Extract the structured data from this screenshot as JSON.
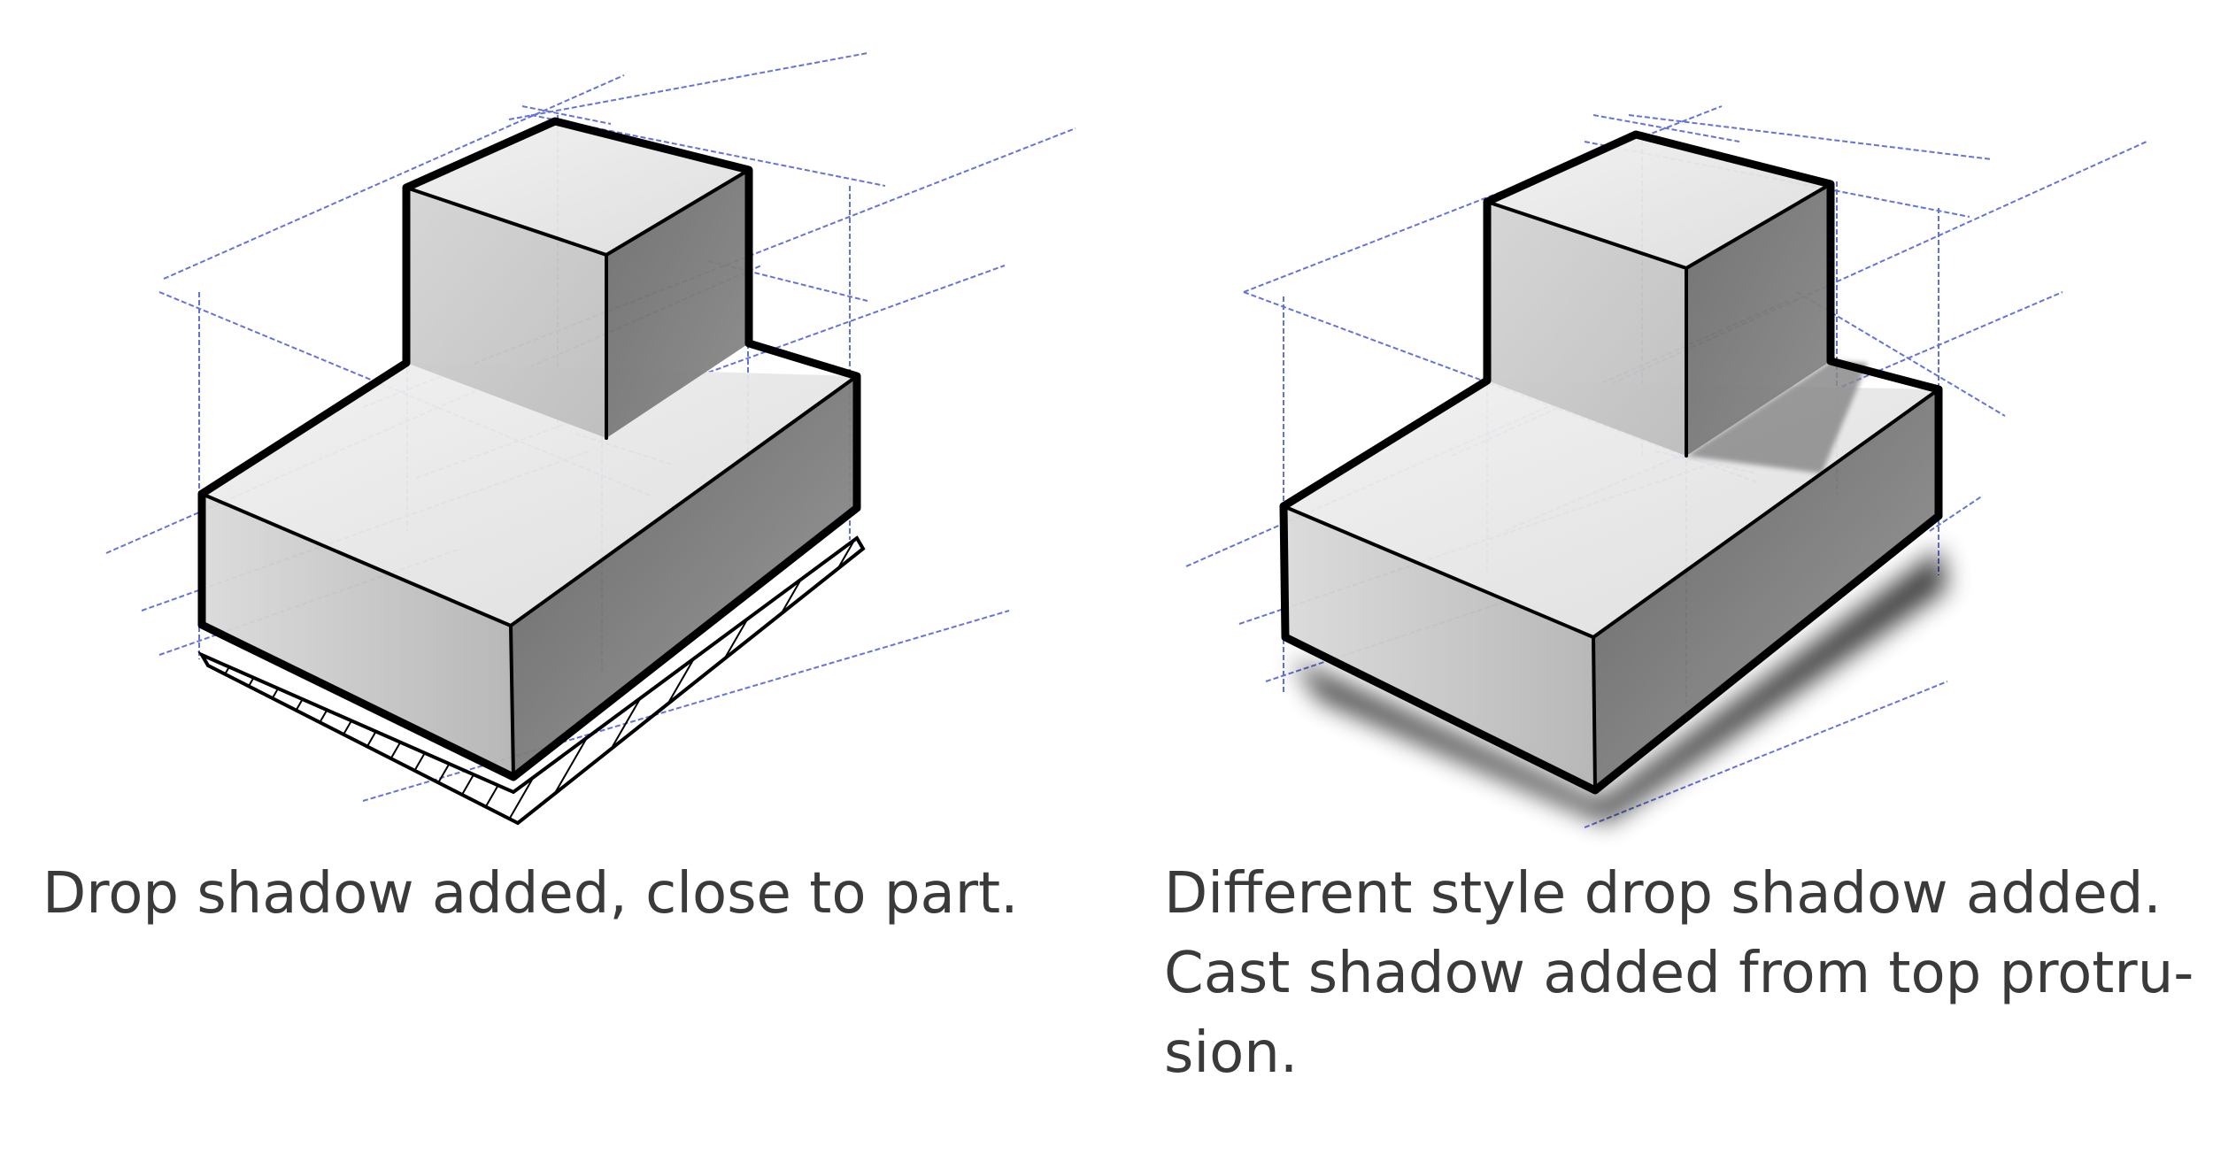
{
  "left_panel": {
    "caption": "Drop shadow added, close to part."
  },
  "right_panel": {
    "caption_lines": [
      "Different style drop shadow added.",
      "Cast shadow added from top protru-",
      "sion."
    ]
  },
  "colors": {
    "construction_line": "#4a5bd6",
    "outline": "#000000",
    "face_light": "#e9e9e9",
    "face_mid": "#c4c4c4",
    "face_dark": "#7c7c7c",
    "caption_text": "#3a3a3a"
  }
}
